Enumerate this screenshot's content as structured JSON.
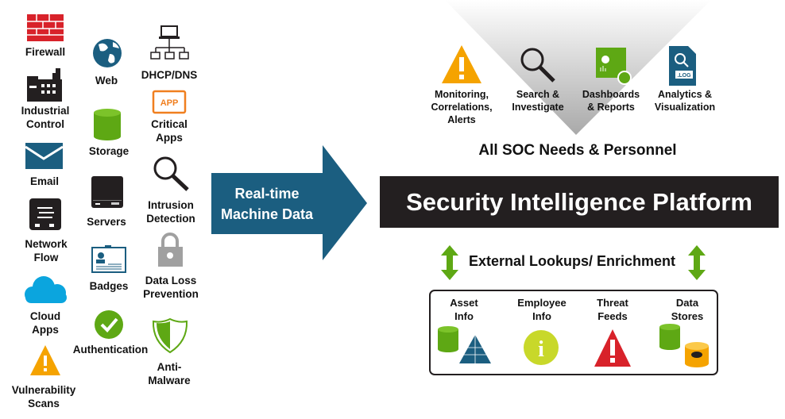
{
  "sources": [
    {
      "id": "firewall",
      "lines": [
        "Firewall"
      ],
      "icon": "firewall-icon"
    },
    {
      "id": "industrial",
      "lines": [
        "Industrial",
        "Control"
      ],
      "icon": "factory-icon"
    },
    {
      "id": "email",
      "lines": [
        "Email"
      ],
      "icon": "envelope-icon"
    },
    {
      "id": "netflow",
      "lines": [
        "Network",
        "Flow"
      ],
      "icon": "network-switch-icon"
    },
    {
      "id": "cloud",
      "lines": [
        "Cloud",
        "Apps"
      ],
      "icon": "cloud-icon"
    },
    {
      "id": "vuln",
      "lines": [
        "Vulnerability",
        "Scans"
      ],
      "icon": "warning-icon"
    },
    {
      "id": "web",
      "lines": [
        "Web"
      ],
      "icon": "globe-icon"
    },
    {
      "id": "storage",
      "lines": [
        "Storage"
      ],
      "icon": "database-icon"
    },
    {
      "id": "servers",
      "lines": [
        "Servers"
      ],
      "icon": "server-icon"
    },
    {
      "id": "badges",
      "lines": [
        "Badges"
      ],
      "icon": "badge-icon"
    },
    {
      "id": "auth",
      "lines": [
        "Authentication"
      ],
      "icon": "checkmark-icon"
    },
    {
      "id": "dhcp",
      "lines": [
        "DHCP/DNS"
      ],
      "icon": "network-tree-icon"
    },
    {
      "id": "apps",
      "lines": [
        "Critical",
        "Apps"
      ],
      "icon": "app-icon",
      "icon_text": "APP"
    },
    {
      "id": "ids",
      "lines": [
        "Intrusion",
        "Detection"
      ],
      "icon": "magnifier-icon"
    },
    {
      "id": "dlp",
      "lines": [
        "Data Loss",
        "Prevention"
      ],
      "icon": "lock-icon"
    },
    {
      "id": "malware",
      "lines": [
        "Anti-",
        "Malware"
      ],
      "icon": "shield-icon"
    }
  ],
  "arrow": {
    "lines": [
      "Real-time",
      "Machine Data"
    ]
  },
  "soc": {
    "items": [
      {
        "lines": [
          "Monitoring,",
          "Correlations,",
          "Alerts"
        ],
        "icon": "warning-icon"
      },
      {
        "lines": [
          "Search &",
          "Investigate"
        ],
        "icon": "magnifier-icon"
      },
      {
        "lines": [
          "Dashboards",
          "& Reports"
        ],
        "icon": "dashboard-icon"
      },
      {
        "lines": [
          "Analytics &",
          "Visualization"
        ],
        "icon": "log-file-icon",
        "icon_text": ".LOG"
      }
    ],
    "title": "All SOC Needs & Personnel"
  },
  "platform": {
    "title": "Security Intelligence Platform"
  },
  "lookups": {
    "title": "External Lookups/ Enrichment",
    "items": [
      {
        "lines": [
          "Asset",
          "Info"
        ],
        "icon": "database-pyramid-icon"
      },
      {
        "lines": [
          "Employee",
          "Info"
        ],
        "icon": "info-icon",
        "icon_text": "i"
      },
      {
        "lines": [
          "Threat",
          "Feeds"
        ],
        "icon": "alert-triangle-icon"
      },
      {
        "lines": [
          "Data",
          "Stores"
        ],
        "icon": "data-store-icon"
      }
    ]
  },
  "colors": {
    "blue": "#1b5e80",
    "green": "#5ea814",
    "orange": "#f5a300",
    "red": "#d8222a",
    "black": "#231f20",
    "cloud": "#0ba5de"
  }
}
